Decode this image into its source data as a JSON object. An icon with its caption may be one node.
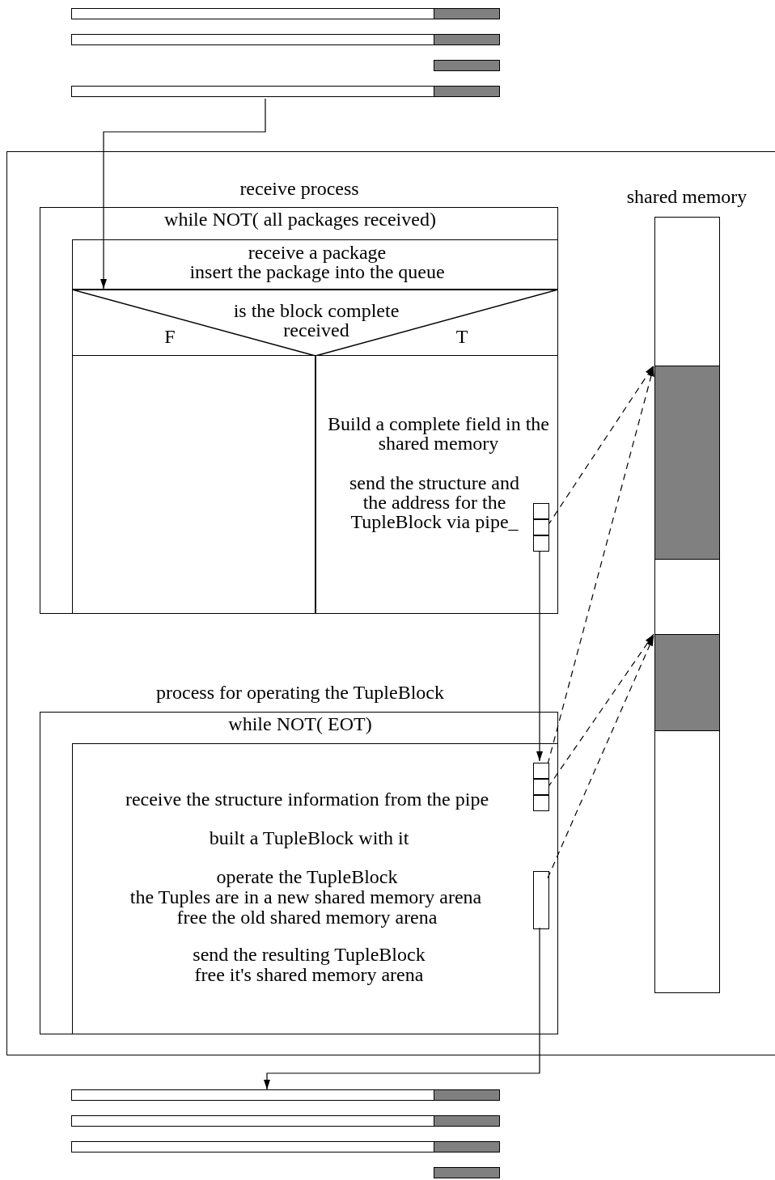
{
  "diagram": {
    "nodes": [
      {
        "text": [],
        "shape": "bar"
      },
      {
        "text": [],
        "shape": "box"
      },
      {
        "text": [
          "receive process",
          "while NOT( all packages received)"
        ],
        "in": 1
      },
      {
        "text": [
          "receive a package",
          "insert the package into the queue"
        ],
        "in": 2
      },
      {
        "text": [
          "is the block complete received",
          "F",
          "T"
        ],
        "in": 2
      },
      {
        "text": [],
        "shape": "box",
        "in": 2
      },
      {
        "text": [
          "Build a complete field in the shared memory",
          "send the structure and the address for the TupleBlock via pipe_"
        ],
        "in": 2
      },
      {
        "text": [],
        "shape": "box",
        "in": 6
      },
      {
        "text": [
          "process for operating the TupleBlock",
          "while NOT( EOT)"
        ],
        "in": 1
      },
      {
        "text": [
          "receive the structure information from the pipe",
          "built a TupleBlock with it",
          "operate the TupleBlock",
          "the Tuples are in a new shared memory arena",
          "free the old shared memory arena",
          "send the resulting TupleBlock",
          "free it's shared memory arena"
        ],
        "in": 8
      },
      {
        "text": [],
        "shape": "box",
        "in": 9
      },
      {
        "text": [],
        "shape": "box",
        "in": 9
      },
      {
        "text": [
          "shared memory"
        ],
        "in": 1
      },
      {
        "text": [],
        "shape": "bar",
        "in": 12
      },
      {
        "text": [],
        "shape": "bar",
        "in": 12
      },
      {
        "text": [],
        "shape": "bar"
      }
    ],
    "edges": [
      {
        "from": 0,
        "to": 3,
        "arrow": "to"
      },
      {
        "from": 7,
        "to": 10,
        "arrow": "to"
      },
      {
        "from": 7,
        "to": 13,
        "arrow": "to",
        "style": "dashed"
      },
      {
        "from": 10,
        "to": 13,
        "arrow": "to",
        "style": "dashed"
      },
      {
        "from": 10,
        "to": 14,
        "arrow": "to",
        "style": "dashed"
      },
      {
        "from": 11,
        "to": 14,
        "arrow": "to",
        "style": "dashed"
      },
      {
        "from": 11,
        "to": 15,
        "arrow": "to"
      }
    ]
  }
}
